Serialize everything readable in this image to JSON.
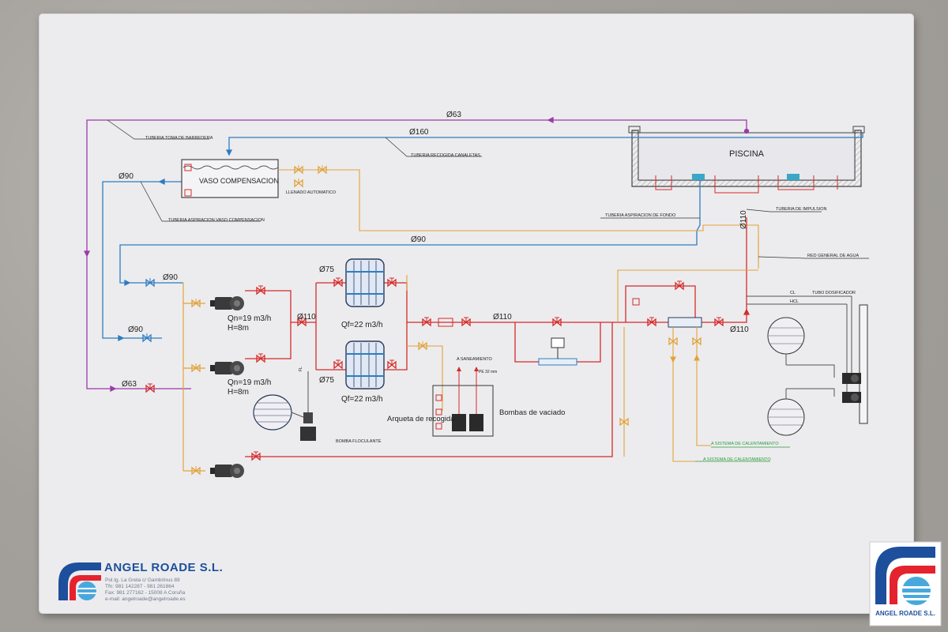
{
  "colors": {
    "red": "#d62a2a",
    "blue": "#2e7cc2",
    "purple": "#9c3aa8",
    "orange": "#e2a23a",
    "green": "#2a9a3a",
    "grey": "#555555",
    "brand_blue": "#1d4f9c"
  },
  "pool": {
    "label": "PISCINA"
  },
  "tank": {
    "label": "VASO COMPENSACION",
    "fill_label": "LLENADO AUTOMATICO"
  },
  "pipes": {
    "sweeper": "TUBERIA TOMA DE BARREDERA",
    "gutters": "TUBERIA RECOGIDA CANALETAS",
    "tank_suction": "TUBERIA ASPIRACION VASO COMPENSACION",
    "bottom_suction": "TUBERIA ASPIRACION DE FONDO",
    "impulsion": "TUBERIA DE IMPULSION",
    "mains": "RED GENERAL DE AGUA",
    "dosing": "TUBO DOSIFICADOR",
    "cl": "CL",
    "hcl": "HCL"
  },
  "diameters": {
    "d63_top": "Ø63",
    "d160": "Ø160",
    "d90_left": "Ø90",
    "d90_mid": "Ø90",
    "d90_pump1": "Ø90",
    "d90_pump2": "Ø90",
    "d63_low": "Ø63",
    "d110_vertical": "Ø110",
    "d110_pumps": "Ø110",
    "d110_main": "Ø110",
    "d110_right": "Ø110",
    "d75_top": "Ø75",
    "d75_bottom": "Ø75"
  },
  "pumps": {
    "p1_flow": "Qn=19 m3/h",
    "p1_head": "H=8m",
    "p2_flow": "Qn=19 m3/h",
    "p2_head": "H=8m",
    "flocculant": "BOMBA FLOCULANTE",
    "fl": "FL"
  },
  "filters": {
    "f1": "Qf=22 m3/h",
    "f2": "Qf=22 m3/h"
  },
  "drain": {
    "pit": "Arqueta de recogida",
    "pumps": "Bombas de vaciado",
    "to_sewer": "A SANEAMIENTO",
    "pe": "PE 32 mm"
  },
  "heating": {
    "h1": "A SISTEMA DE CALENTAMIENTO",
    "h2": "A SISTEMA DE CALENTAMIENTO"
  },
  "company": {
    "name": "ANGEL ROADE S.L.",
    "address_lines": [
      "Pol.Ig. La Grela c/ Gambrinus 89",
      "Tfn: 981 142287 - 981 261864",
      "Fax: 981 277162 - 15008 A Coruña",
      "e-mail: angelroade@angelroade.es"
    ],
    "logo_name": "ANGEL ROADE S.L."
  }
}
